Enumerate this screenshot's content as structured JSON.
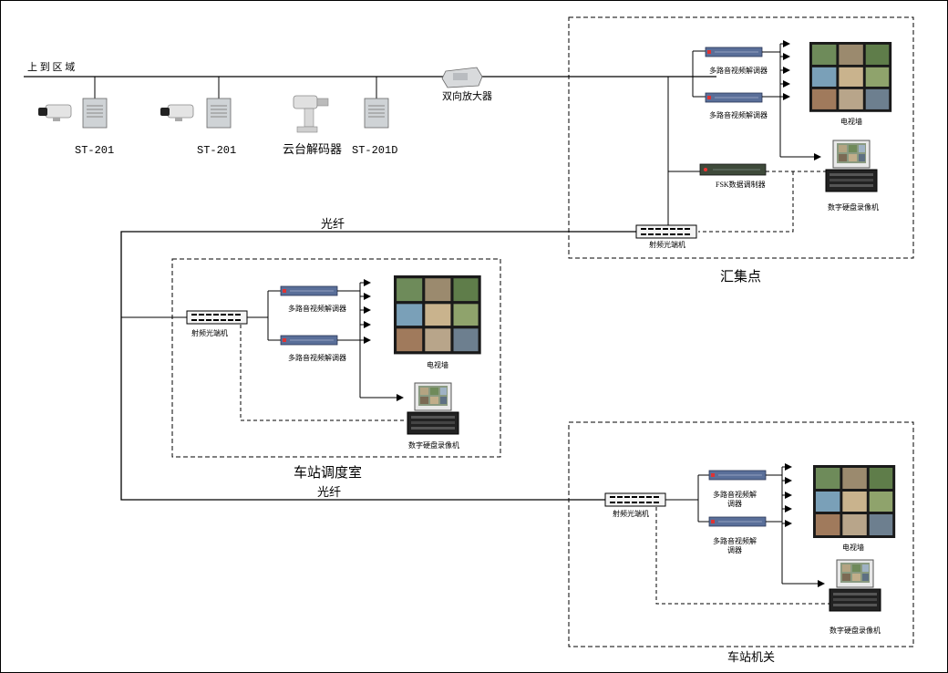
{
  "colors": {
    "line": "#000000",
    "device": "#5a6f99",
    "frame": "#000000"
  },
  "top": {
    "area_label": "上 到 区 域",
    "cam1_label": "ST-201",
    "cam2_label": "ST-201",
    "ptz_label": "云台解码器",
    "ptz_code_label": "ST-201D",
    "amp_label": "双向放大器"
  },
  "hub": {
    "title": "汇集点",
    "demod1": "多路音视频解调器",
    "demod2": "多路音视频解调器",
    "tv_wall": "电视墙",
    "fsk": "FSK数据调制器",
    "dvr": "数字硬盘录像机",
    "fiber_unit": "射频光端机"
  },
  "fiber_label_1": "光纤",
  "fiber_label_2": "光纤",
  "dispatch": {
    "title": "车站调度室",
    "fiber_unit": "射频光端机",
    "demod1": "多路音视频解调器",
    "demod2": "多路音视频解调器",
    "tv_wall": "电视墙",
    "dvr": "数字硬盘录像机"
  },
  "station": {
    "title": "车站机关",
    "fiber_unit": "射频光端机",
    "demod1_a": "多路音视频解",
    "demod1_b": "调器",
    "demod2_a": "多路音视频解",
    "demod2_b": "调器",
    "tv_wall": "电视墙",
    "dvr": "数字硬盘录像机"
  }
}
